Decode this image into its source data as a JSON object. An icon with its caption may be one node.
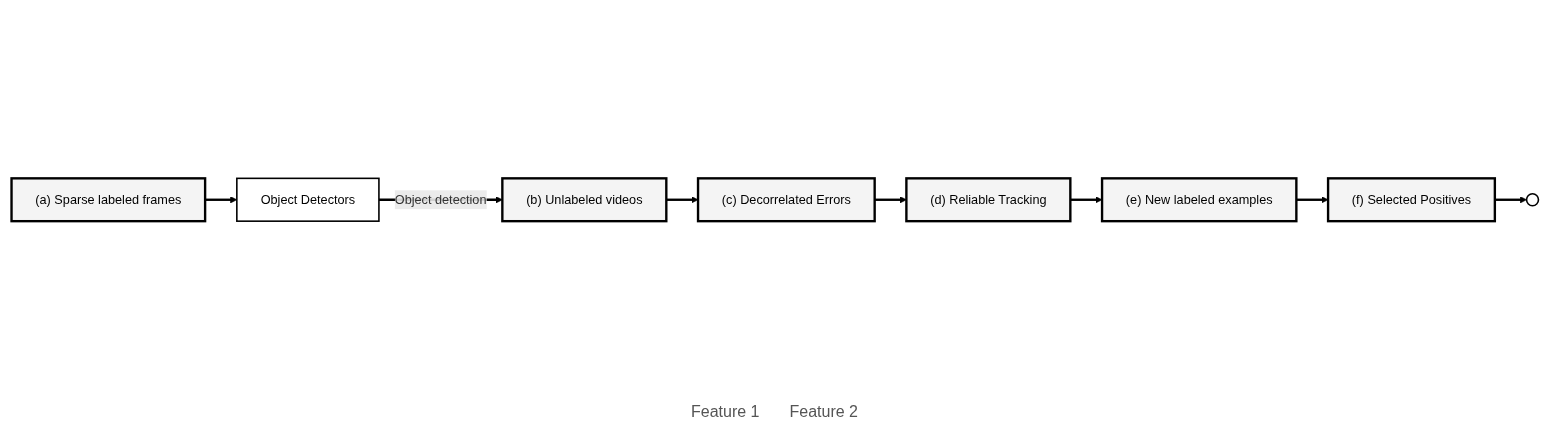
{
  "diagram": {
    "nodes": [
      {
        "text": [
          "(a) Sparse labeled frames"
        ]
      },
      {
        "text": [
          "Object Detectors"
        ]
      },
      {
        "text": [
          "(b) Unlabeled videos"
        ]
      },
      {
        "text": [
          "(c) Decorrelated Errors"
        ]
      },
      {
        "text": [
          "(d) Reliable Tracking"
        ]
      },
      {
        "text": [
          "(e) New labeled examples"
        ]
      },
      {
        "text": [
          "(f) Selected Positives"
        ]
      },
      {
        "text": [],
        "shape": "circle"
      }
    ],
    "edges": [
      {
        "from": 0,
        "to": 1,
        "arrow": "to"
      },
      {
        "from": 1,
        "to": 2,
        "arrow": "to",
        "label": "Object detection"
      },
      {
        "from": 2,
        "to": 3,
        "arrow": "to"
      },
      {
        "from": 3,
        "to": 4,
        "arrow": "to"
      },
      {
        "from": 4,
        "to": 5,
        "arrow": "to"
      },
      {
        "from": 5,
        "to": 6,
        "arrow": "to"
      },
      {
        "from": 6,
        "to": 7,
        "arrow": "to"
      }
    ],
    "labels": [
      "Feature 1",
      "Feature 2"
    ]
  }
}
